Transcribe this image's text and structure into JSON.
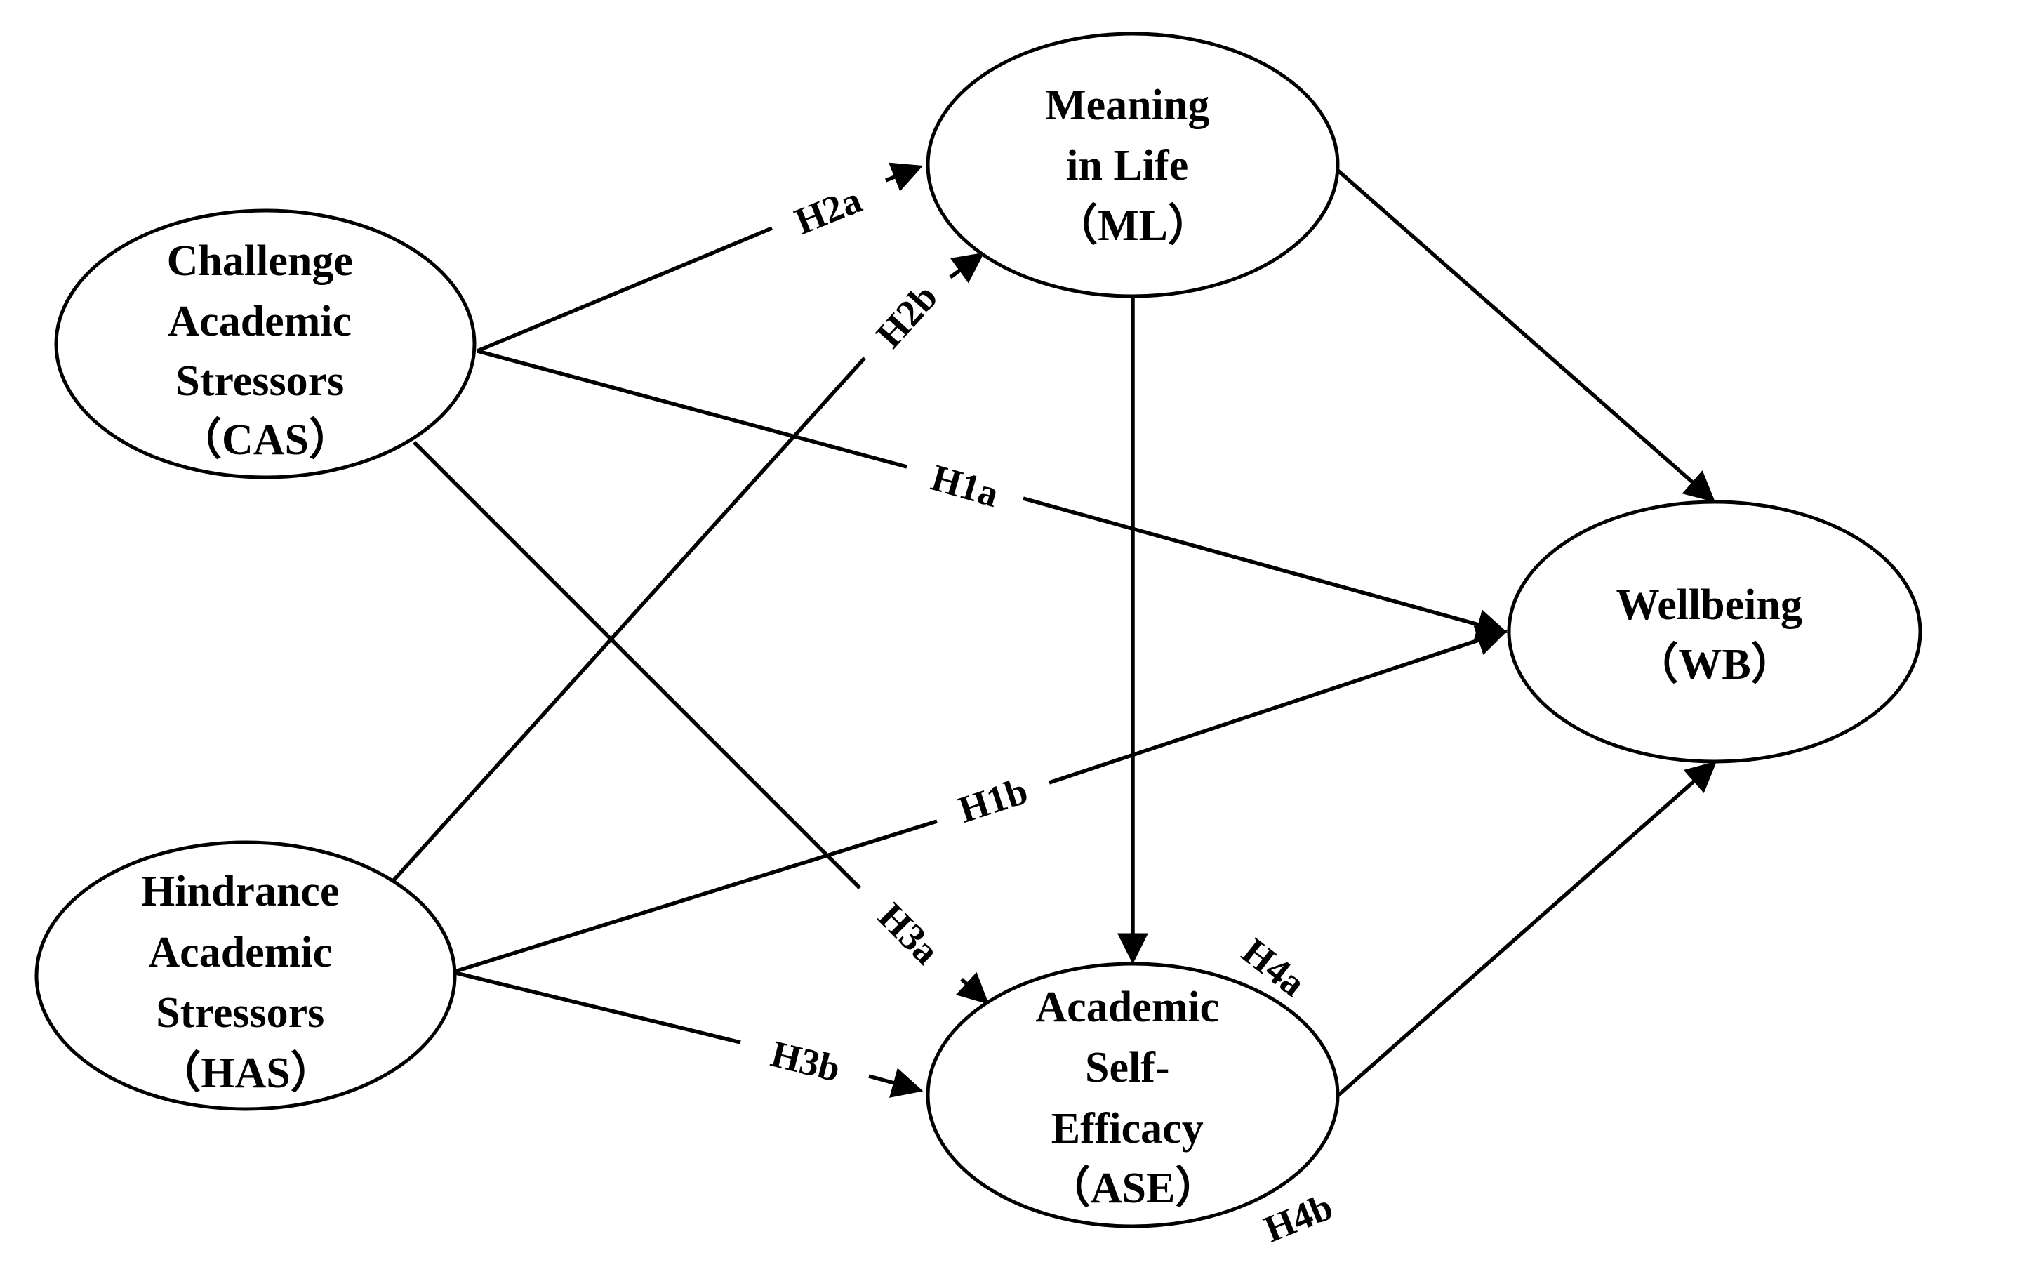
{
  "colors": {
    "background": "#ffffff",
    "stroke": "#000000",
    "text": "#000000"
  },
  "nodes": {
    "cas": {
      "lines": [
        "Challenge",
        "Academic",
        "Stressors",
        "（CAS）"
      ]
    },
    "has": {
      "lines": [
        "Hindrance",
        "Academic",
        "Stressors",
        "（HAS）"
      ]
    },
    "ml": {
      "lines": [
        "Meaning",
        "in Life",
        "（ML）"
      ]
    },
    "ase": {
      "lines": [
        "Academic",
        "Self-",
        "Efficacy",
        "（ASE）"
      ]
    },
    "wb": {
      "lines": [
        "Wellbeing",
        "（WB）"
      ]
    }
  },
  "edges": {
    "h2a": {
      "from": "cas",
      "to": "ml",
      "label": "H2a"
    },
    "h2b": {
      "from": "has",
      "to": "ml",
      "label": "H2b"
    },
    "h1a": {
      "from": "cas",
      "to": "wb",
      "label": "H1a"
    },
    "h1b": {
      "from": "has",
      "to": "wb",
      "label": "H1b"
    },
    "h3a": {
      "from": "cas",
      "to": "ase",
      "label": "H3a"
    },
    "h3b": {
      "from": "has",
      "to": "ase",
      "label": "H3b"
    },
    "ml_wb": {
      "from": "ml",
      "to": "wb",
      "label": ""
    },
    "ml_ase": {
      "from": "ml",
      "to": "ase",
      "label": ""
    },
    "ase_wb": {
      "from": "ase",
      "to": "wb",
      "label": ""
    }
  },
  "side_labels": {
    "h4a": "H4a",
    "h4b": "H4b"
  }
}
